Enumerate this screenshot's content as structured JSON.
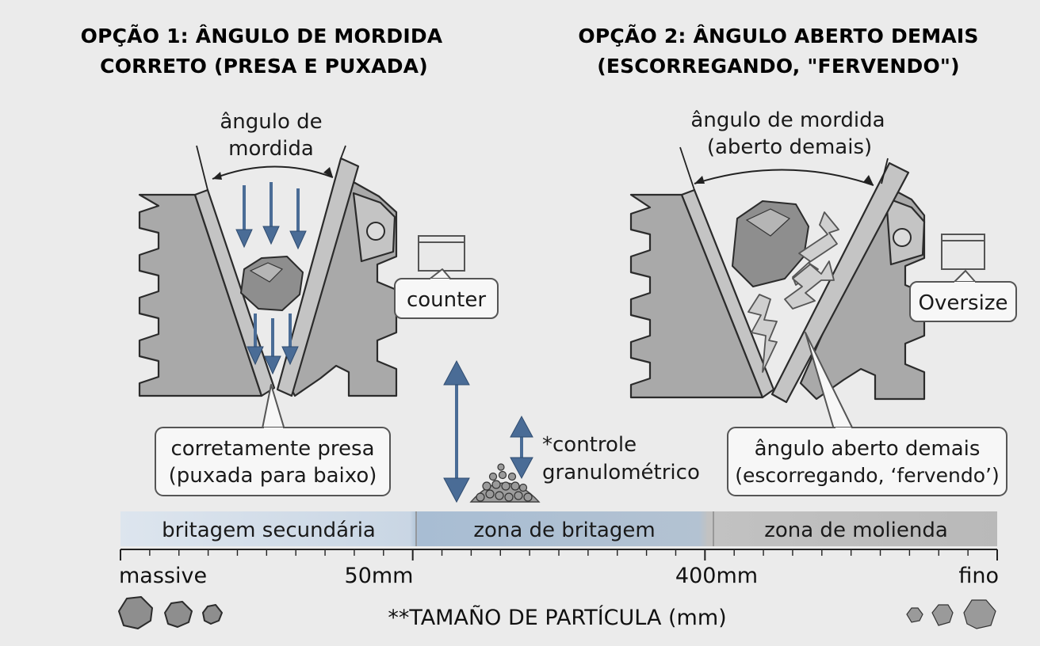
{
  "option1": {
    "title_line1": "OPÇÃO 1: ÂNGULO DE MORDIDA",
    "title_line2": "CORRETO (PRESA E PUXADA)",
    "angle_label_line1": "ângulo de",
    "angle_label_line2": "mordida",
    "side_label": "counter",
    "callout_line1": "corretamente presa",
    "callout_line2": "(puxada para baixo)"
  },
  "option2": {
    "title_line1": "OPÇÃO 2: ÂNGULO ABERTO DEMAIS",
    "title_line2": "(ESCORREGANDO, \"FERVENDO\")",
    "angle_label_line1": "ângulo de mordida",
    "angle_label_line2": "(aberto demais)",
    "side_label": "Oversize",
    "callout_line1": "ângulo aberto demais",
    "callout_line2": "(escorregando, ‘fervendo’)"
  },
  "center": {
    "control_line1": "*controle",
    "control_line2": "granulométrico"
  },
  "scale": {
    "zones": [
      "britagem secundária",
      "zona de britagem",
      "zona de molienda"
    ],
    "tick_labels": [
      "massive",
      "50mm",
      "400mm",
      "fino"
    ],
    "axis_title": "**TAMAÑO DE PARTÍCULA (mm)"
  },
  "colors": {
    "background": "#ebebeb",
    "arrow_blue": "#4a6c96",
    "jaw_gray": "#a9a9a9"
  }
}
